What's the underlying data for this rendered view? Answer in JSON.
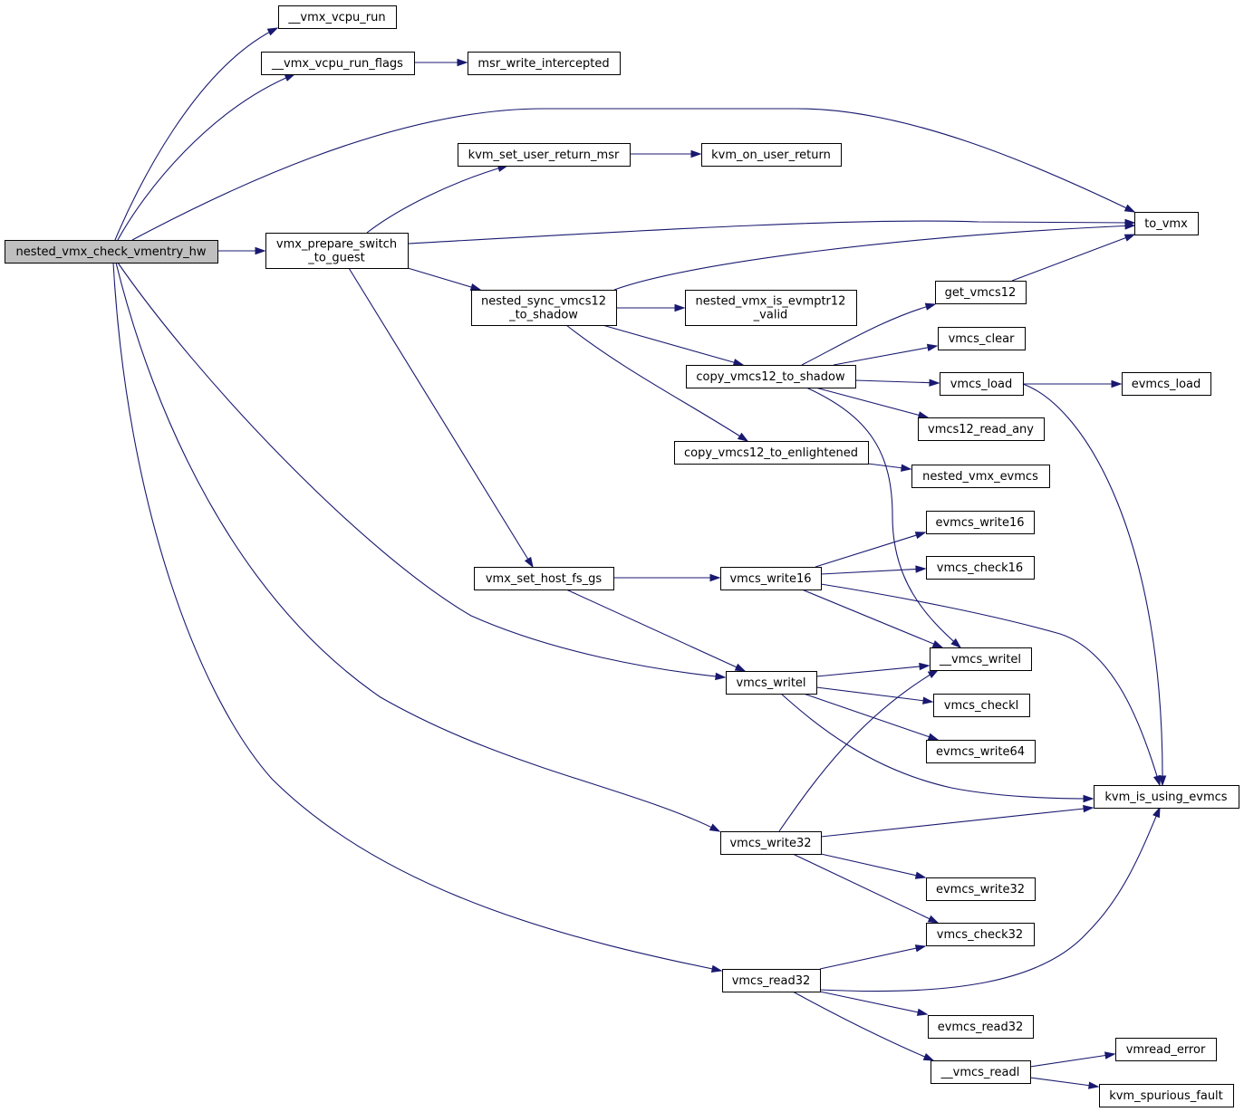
{
  "nodes": [
    {
      "id": "root",
      "lines": [
        "nested_vmx_check_vmentry_hw"
      ],
      "current": true
    },
    {
      "id": "vcpu_run",
      "lines": [
        "__vmx_vcpu_run"
      ]
    },
    {
      "id": "vcpu_run_flags",
      "lines": [
        "__vmx_vcpu_run_flags"
      ]
    },
    {
      "id": "msr_write_intercepted",
      "lines": [
        "msr_write_intercepted"
      ]
    },
    {
      "id": "kvm_set_user_return_msr",
      "lines": [
        "kvm_set_user_return_msr"
      ]
    },
    {
      "id": "kvm_on_user_return",
      "lines": [
        "kvm_on_user_return"
      ]
    },
    {
      "id": "to_vmx",
      "lines": [
        "to_vmx"
      ]
    },
    {
      "id": "vmx_prepare_switch",
      "lines": [
        "vmx_prepare_switch",
        "_to_guest"
      ]
    },
    {
      "id": "nested_sync",
      "lines": [
        "nested_sync_vmcs12",
        "_to_shadow"
      ]
    },
    {
      "id": "is_evmptr12",
      "lines": [
        "nested_vmx_is_evmptr12",
        "_valid"
      ]
    },
    {
      "id": "get_vmcs12",
      "lines": [
        "get_vmcs12"
      ]
    },
    {
      "id": "vmcs_clear",
      "lines": [
        "vmcs_clear"
      ]
    },
    {
      "id": "copy_shadow",
      "lines": [
        "copy_vmcs12_to_shadow"
      ]
    },
    {
      "id": "vmcs_load",
      "lines": [
        "vmcs_load"
      ]
    },
    {
      "id": "evmcs_load",
      "lines": [
        "evmcs_load"
      ]
    },
    {
      "id": "vmcs12_read_any",
      "lines": [
        "vmcs12_read_any"
      ]
    },
    {
      "id": "copy_enl",
      "lines": [
        "copy_vmcs12_to_enlightened"
      ]
    },
    {
      "id": "nested_vmx_evmcs",
      "lines": [
        "nested_vmx_evmcs"
      ]
    },
    {
      "id": "evmcs_write16",
      "lines": [
        "evmcs_write16"
      ]
    },
    {
      "id": "vmx_set_host_fs_gs",
      "lines": [
        "vmx_set_host_fs_gs"
      ]
    },
    {
      "id": "vmcs_write16",
      "lines": [
        "vmcs_write16"
      ]
    },
    {
      "id": "vmcs_check16",
      "lines": [
        "vmcs_check16"
      ]
    },
    {
      "id": "vmcs_writel_inner",
      "lines": [
        "__vmcs_writel"
      ]
    },
    {
      "id": "vmcs_writel",
      "lines": [
        "vmcs_writel"
      ]
    },
    {
      "id": "vmcs_checkl",
      "lines": [
        "vmcs_checkl"
      ]
    },
    {
      "id": "evmcs_write64",
      "lines": [
        "evmcs_write64"
      ]
    },
    {
      "id": "kvm_is_using_evmcs",
      "lines": [
        "kvm_is_using_evmcs"
      ]
    },
    {
      "id": "vmcs_write32",
      "lines": [
        "vmcs_write32"
      ]
    },
    {
      "id": "evmcs_write32",
      "lines": [
        "evmcs_write32"
      ]
    },
    {
      "id": "vmcs_check32",
      "lines": [
        "vmcs_check32"
      ]
    },
    {
      "id": "vmcs_read32",
      "lines": [
        "vmcs_read32"
      ]
    },
    {
      "id": "evmcs_read32",
      "lines": [
        "evmcs_read32"
      ]
    },
    {
      "id": "vmcs_readl",
      "lines": [
        "__vmcs_readl"
      ]
    },
    {
      "id": "vmread_error",
      "lines": [
        "vmread_error"
      ]
    },
    {
      "id": "kvm_spurious_fault",
      "lines": [
        "kvm_spurious_fault"
      ]
    }
  ],
  "edges": [
    {
      "from": "root",
      "to": "vcpu_run"
    },
    {
      "from": "root",
      "to": "vcpu_run_flags"
    },
    {
      "from": "root",
      "to": "to_vmx"
    },
    {
      "from": "root",
      "to": "vmx_prepare_switch"
    },
    {
      "from": "root",
      "to": "vmcs_writel"
    },
    {
      "from": "root",
      "to": "vmcs_write32"
    },
    {
      "from": "root",
      "to": "vmcs_read32"
    },
    {
      "from": "vcpu_run_flags",
      "to": "msr_write_intercepted"
    },
    {
      "from": "kvm_set_user_return_msr",
      "to": "kvm_on_user_return"
    },
    {
      "from": "vmx_prepare_switch",
      "to": "kvm_set_user_return_msr"
    },
    {
      "from": "vmx_prepare_switch",
      "to": "to_vmx"
    },
    {
      "from": "vmx_prepare_switch",
      "to": "nested_sync"
    },
    {
      "from": "vmx_prepare_switch",
      "to": "vmx_set_host_fs_gs"
    },
    {
      "from": "nested_sync",
      "to": "to_vmx"
    },
    {
      "from": "nested_sync",
      "to": "is_evmptr12"
    },
    {
      "from": "nested_sync",
      "to": "copy_shadow"
    },
    {
      "from": "nested_sync",
      "to": "copy_enl"
    },
    {
      "from": "copy_shadow",
      "to": "get_vmcs12"
    },
    {
      "from": "copy_shadow",
      "to": "vmcs_clear"
    },
    {
      "from": "copy_shadow",
      "to": "vmcs_load"
    },
    {
      "from": "copy_shadow",
      "to": "vmcs12_read_any"
    },
    {
      "from": "copy_shadow",
      "to": "vmcs_writel_inner"
    },
    {
      "from": "get_vmcs12",
      "to": "to_vmx"
    },
    {
      "from": "vmcs_load",
      "to": "evmcs_load"
    },
    {
      "from": "vmcs_load",
      "to": "kvm_is_using_evmcs"
    },
    {
      "from": "copy_enl",
      "to": "nested_vmx_evmcs"
    },
    {
      "from": "vmx_set_host_fs_gs",
      "to": "vmcs_write16"
    },
    {
      "from": "vmx_set_host_fs_gs",
      "to": "vmcs_writel"
    },
    {
      "from": "vmcs_write16",
      "to": "evmcs_write16"
    },
    {
      "from": "vmcs_write16",
      "to": "vmcs_check16"
    },
    {
      "from": "vmcs_write16",
      "to": "vmcs_writel_inner"
    },
    {
      "from": "vmcs_write16",
      "to": "kvm_is_using_evmcs"
    },
    {
      "from": "vmcs_writel",
      "to": "vmcs_writel_inner"
    },
    {
      "from": "vmcs_writel",
      "to": "vmcs_checkl"
    },
    {
      "from": "vmcs_writel",
      "to": "evmcs_write64"
    },
    {
      "from": "vmcs_writel",
      "to": "kvm_is_using_evmcs"
    },
    {
      "from": "vmcs_write32",
      "to": "vmcs_writel_inner"
    },
    {
      "from": "vmcs_write32",
      "to": "kvm_is_using_evmcs"
    },
    {
      "from": "vmcs_write32",
      "to": "evmcs_write32"
    },
    {
      "from": "vmcs_write32",
      "to": "vmcs_check32"
    },
    {
      "from": "vmcs_read32",
      "to": "vmcs_check32"
    },
    {
      "from": "vmcs_read32",
      "to": "kvm_is_using_evmcs"
    },
    {
      "from": "vmcs_read32",
      "to": "evmcs_read32"
    },
    {
      "from": "vmcs_read32",
      "to": "vmcs_readl"
    },
    {
      "from": "vmcs_readl",
      "to": "vmread_error"
    },
    {
      "from": "vmcs_readl",
      "to": "kvm_spurious_fault"
    }
  ],
  "colors": {
    "edge": "#191970",
    "root_fill": "#bfbfbf",
    "node_fill": "#ffffff",
    "border": "#000000"
  }
}
